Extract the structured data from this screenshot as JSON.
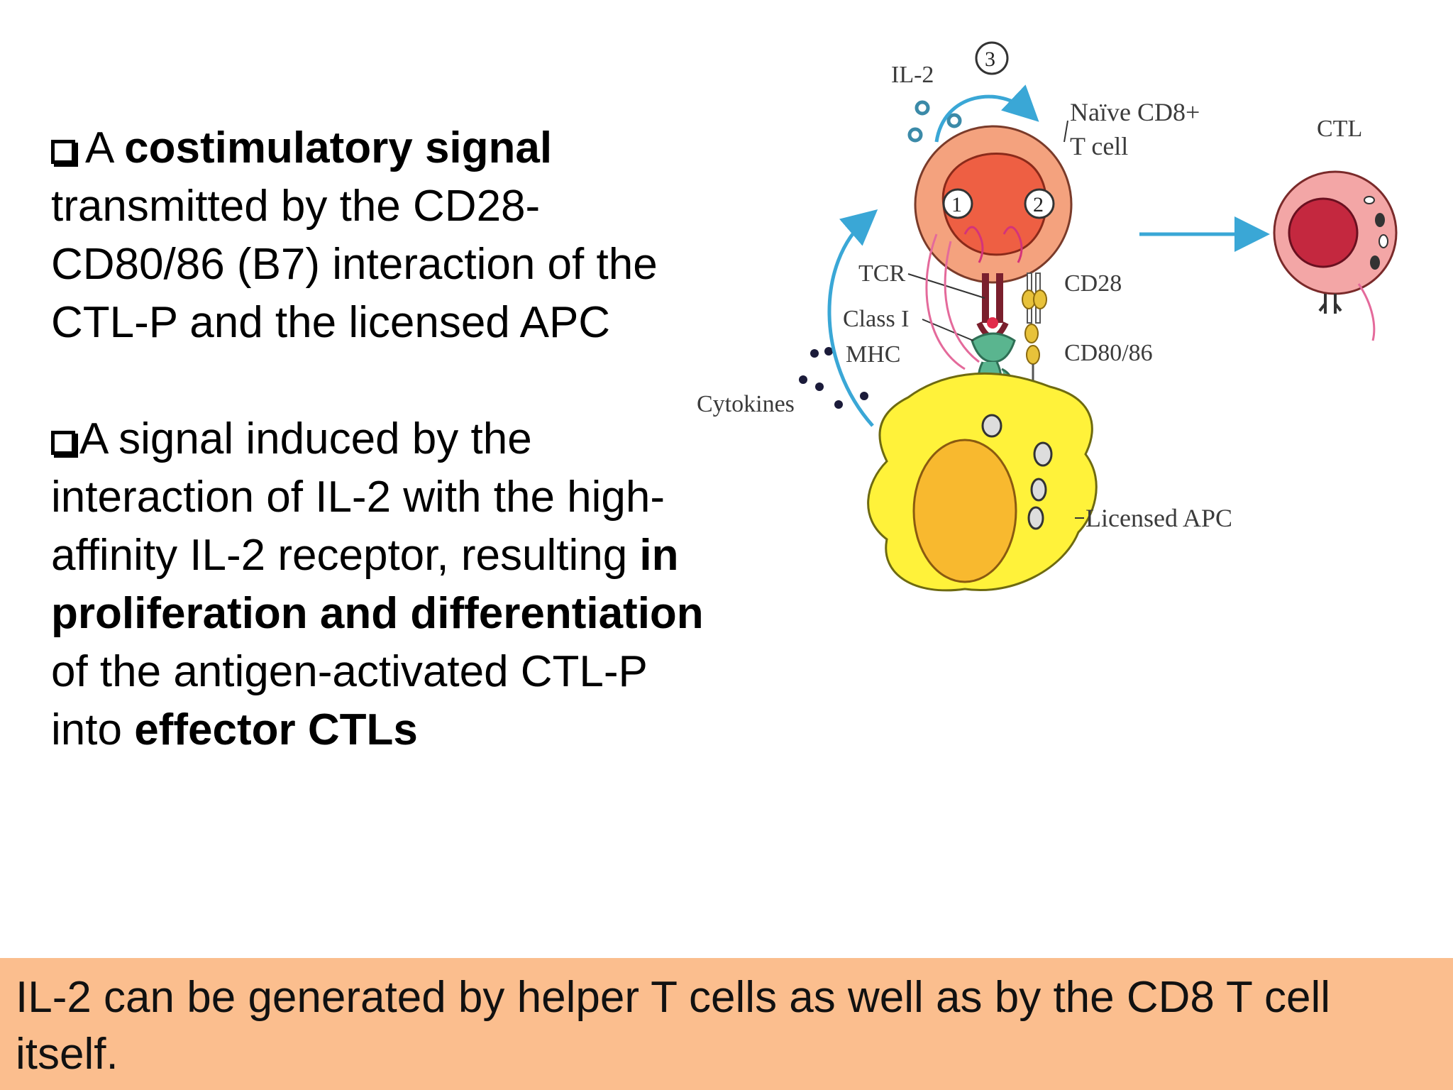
{
  "bullets": [
    {
      "parts": [
        {
          "text": "A ",
          "bold": false
        },
        {
          "text": "costimulatory signal",
          "bold": true
        },
        {
          "text": " transmitted by the CD28-CD80/86 (B7) interaction of the CTL-P and the licensed APC",
          "bold": false
        }
      ]
    },
    {
      "parts": [
        {
          "text": "A signal induced by the interaction of IL-2 with the high-affinity IL-2 receptor, resulting ",
          "bold": false
        },
        {
          "text": "in proliferation and differentiation",
          "bold": true
        },
        {
          "text": " of the antigen-activated CTL-P into ",
          "bold": false
        },
        {
          "text": "effector CTLs",
          "bold": true
        }
      ]
    }
  ],
  "diagram": {
    "labels": {
      "il2": "IL-2",
      "step3": "3",
      "naive": "Naïve CD8+",
      "tcell": "T cell",
      "ctl": "CTL",
      "step1": "1",
      "step2": "2",
      "tcr": "TCR",
      "cd28": "CD28",
      "class1": "Class I",
      "mhc": "MHC",
      "cd8086": "CD80/86",
      "cytokines": "Cytokines",
      "licensed_apc": "Licensed APC"
    },
    "colors": {
      "arrow": "#3aa7d6",
      "tcell_outer": "#f4a27e",
      "tcell_nucleus": "#ee5f43",
      "ctl_outer": "#f3a6a6",
      "ctl_nucleus": "#c4283f",
      "apc": "#fff23a",
      "apc_nucleus": "#f8b92f",
      "receptor": "#7a1f2d",
      "mhc": "#5ab58f",
      "cd28": "#e8c23a"
    }
  },
  "footer": {
    "text": "IL-2 can be generated by helper T cells as well as by the CD8 T cell itself."
  }
}
